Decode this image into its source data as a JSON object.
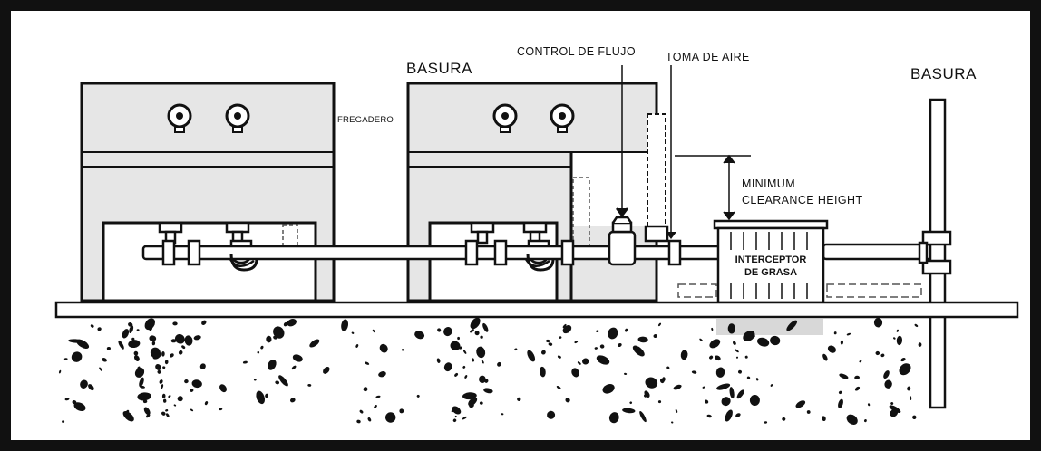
{
  "labels": {
    "basura_middle": "BASURA",
    "basura_right": "BASURA",
    "control_de_flujo": "CONTROL DE FLUJO",
    "toma_de_aire": "TOMA DE AIRE",
    "fregadero": "FREGADERO",
    "clearance_line1": "MINIMUM",
    "clearance_line2": "CLEARANCE HEIGHT",
    "interceptor_line1": "INTERCEPTOR",
    "interceptor_line2": "DE GRASA"
  },
  "colors": {
    "frame": "#111111",
    "background": "#ffffff",
    "sink_fill": "#e6e6e6",
    "stroke": "#111111",
    "soil_blob": "#111111",
    "dashed": "#555555"
  }
}
